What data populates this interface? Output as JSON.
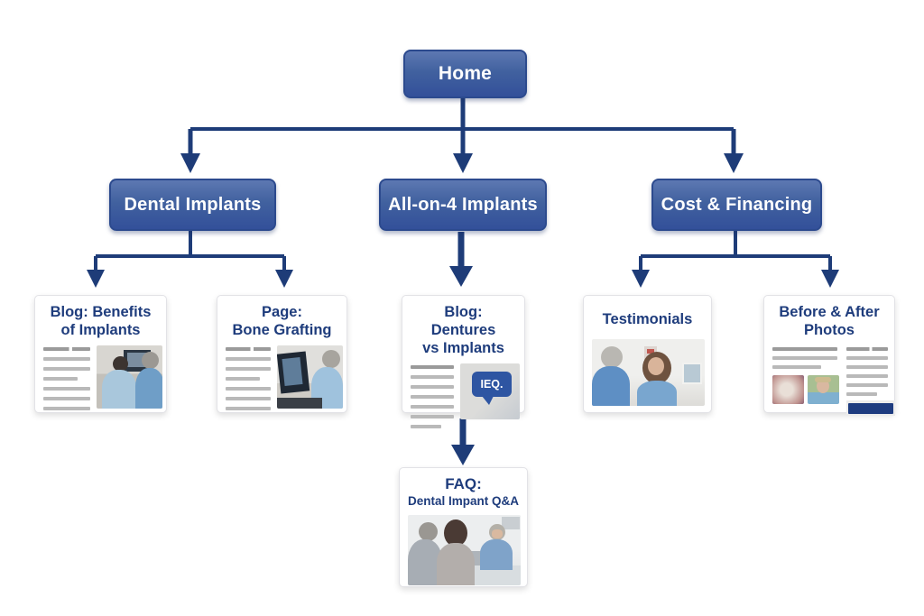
{
  "diagram": {
    "kind": "website-sitemap-flowchart",
    "colors": {
      "node_fill": "#41619f",
      "node_border": "#2c4a8e",
      "node_text": "#ffffff",
      "arrow": "#1e3c78",
      "card_title": "#1e3c7c",
      "placeholder_line": "#b9b9b9",
      "cta_button": "#1e3c80",
      "background": "#ffffff"
    },
    "nodes": {
      "home": {
        "label": "Home"
      },
      "dental_implants": {
        "label": "Dental Implants"
      },
      "all_on_4_implants": {
        "label": "All-on-4 Implants"
      },
      "cost_financing": {
        "label": "Cost & Financing"
      }
    },
    "cards": {
      "blog_benefits": {
        "line1": "Blog: Benefits",
        "line2": "of Implants"
      },
      "bone_grafting": {
        "line1": "Page:",
        "line2": "Bone Grafting"
      },
      "dentures_vs_implants": {
        "line1": "Blog: Dentures",
        "line2": "vs Implants",
        "thumb_text": "IEQ."
      },
      "testimonials": {
        "line1": "Testimonials"
      },
      "before_after": {
        "line1": "Before & After",
        "line2": "Photos"
      },
      "faq": {
        "line1": "FAQ:",
        "line2": "Dental Impant Q&A"
      }
    },
    "edges": [
      {
        "from": "Home",
        "to": "Dental Implants"
      },
      {
        "from": "Home",
        "to": "All-on-4 Implants"
      },
      {
        "from": "Home",
        "to": "Cost & Financing"
      },
      {
        "from": "Dental Implants",
        "to": "Blog: Benefits of Implants"
      },
      {
        "from": "Dental Implants",
        "to": "Page: Bone Grafting"
      },
      {
        "from": "All-on-4 Implants",
        "to": "Blog: Dentures vs Implants"
      },
      {
        "from": "Blog: Dentures vs Implants",
        "to": "FAQ: Dental Impant Q&A"
      },
      {
        "from": "Cost & Financing",
        "to": "Testimonials"
      },
      {
        "from": "Cost & Financing",
        "to": "Before & After Photos"
      }
    ]
  }
}
